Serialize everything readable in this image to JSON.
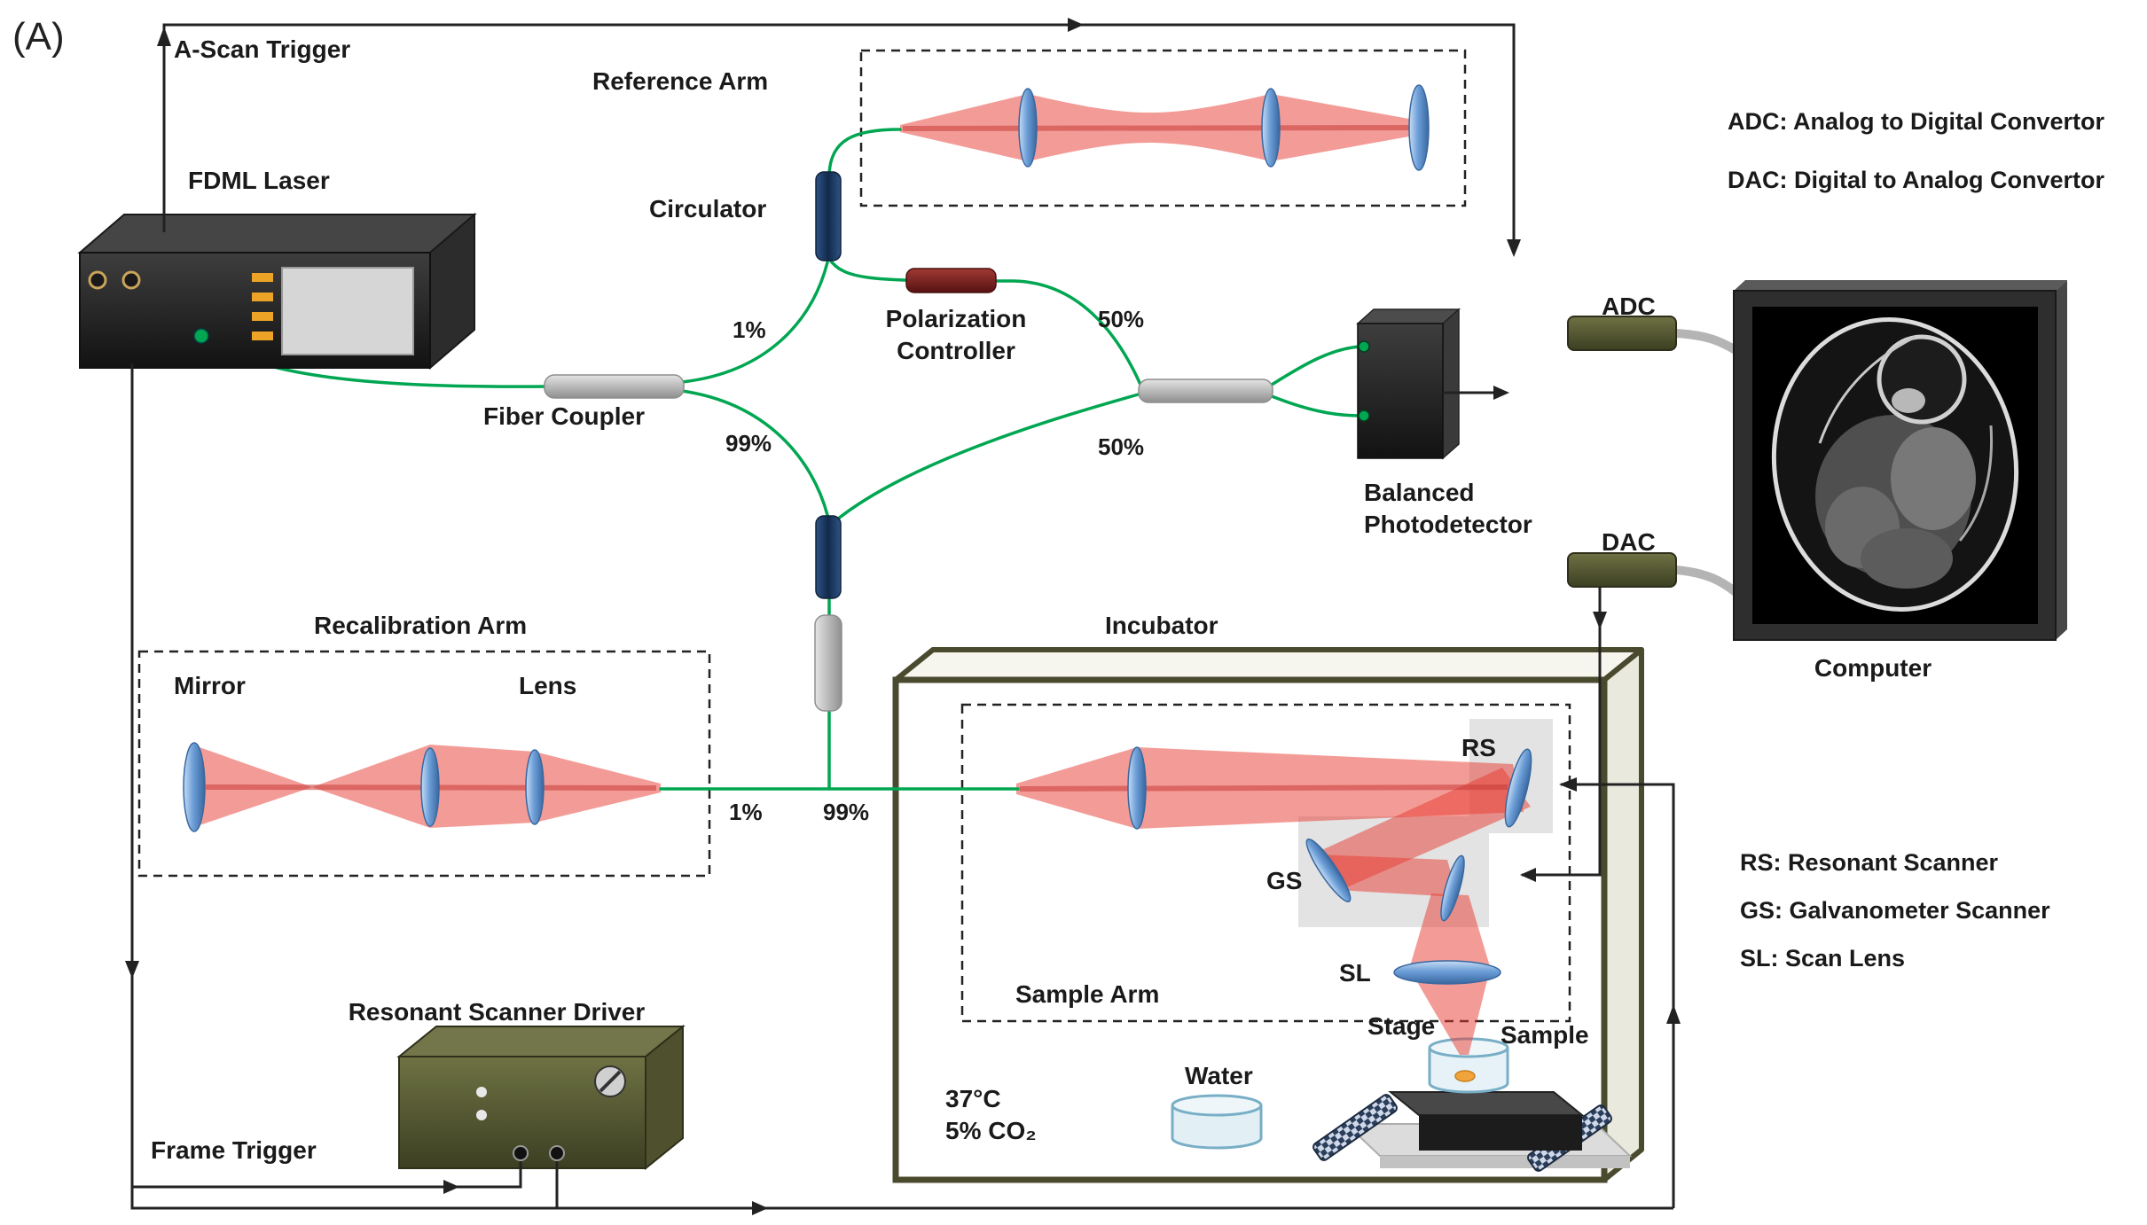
{
  "figure": {
    "panel_label": "(A)"
  },
  "signals": {
    "a_scan_trigger": "A-Scan Trigger",
    "frame_trigger": "Frame Trigger"
  },
  "devices": {
    "fdml_laser": "FDML Laser",
    "fiber_coupler": "Fiber Coupler",
    "circulator": "Circulator",
    "polarization_controller": [
      "Polarization",
      "Controller"
    ],
    "balanced_photodetector": [
      "Balanced",
      "Photodetector"
    ],
    "adc": "ADC",
    "dac": "DAC",
    "computer": "Computer",
    "incubator": "Incubator",
    "resonant_scanner_driver": "Resonant Scanner Driver"
  },
  "arms": {
    "reference": "Reference Arm",
    "recalibration": "Recalibration Arm",
    "sample": "Sample Arm"
  },
  "splits": {
    "coupler1_1": "1%",
    "coupler1_99": "99%",
    "coupler2_50_top": "50%",
    "coupler2_50_bottom": "50%",
    "recal_1": "1%",
    "recal_99": "99%"
  },
  "optics": {
    "mirror": "Mirror",
    "lens": "Lens",
    "rs": "RS",
    "gs": "GS",
    "sl": "SL"
  },
  "incubator_items": {
    "temperature": "37°C",
    "co2": "5% CO₂",
    "water": "Water",
    "stage": "Stage",
    "sample": "Sample"
  },
  "legend": {
    "adc": "ADC: Analog to Digital Convertor",
    "dac": "DAC: Digital to Analog Convertor",
    "rs": "RS: Resonant Scanner",
    "gs": "GS: Galvanometer Scanner",
    "sl": "SL: Scan Lens"
  },
  "colors": {
    "fiber_green": "#00a651",
    "beam_red": "#e8392f",
    "lens_blue": "#6d9fd8",
    "electronics_olive": "#666a3e",
    "circulator_navy": "#1f3c64",
    "polarization_dark_red": "#7a2020",
    "coupler_gray": "#b8b8b8",
    "incubator_outline": "#4a4a2e",
    "signal_line": "#222222"
  }
}
